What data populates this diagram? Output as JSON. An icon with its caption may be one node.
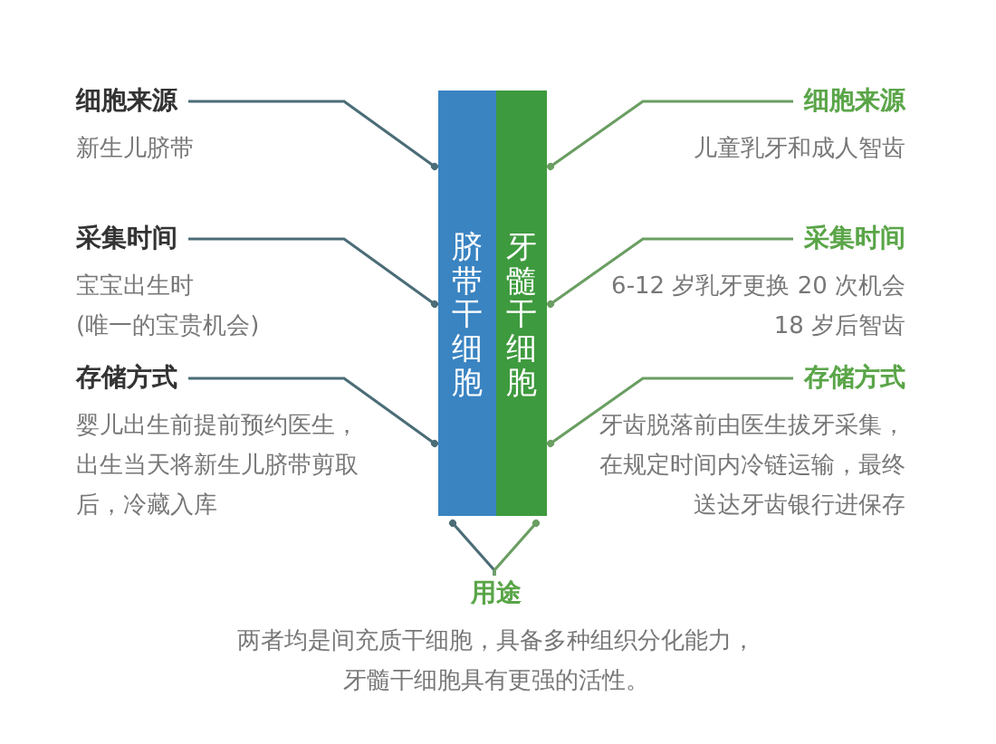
{
  "diagram": {
    "nodes": [
      {
        "text": [
          "脐带干细胞"
        ]
      },
      {
        "text": [
          "牙髓干细胞"
        ]
      },
      {
        "text": [
          "细胞来源",
          "新生儿脐带"
        ]
      },
      {
        "text": [
          "采集时间",
          "宝宝出生时",
          "(唯一的宝贵机会)"
        ]
      },
      {
        "text": [
          "存储方式",
          "婴儿出生前提前预约医生，出生当天将新生儿脐带剪取后，冷藏入库"
        ]
      },
      {
        "text": [
          "细胞来源",
          "儿童乳牙和成人智齿"
        ]
      },
      {
        "text": [
          "采集时间",
          "6-12 岁乳牙更换 20 次机会",
          "18 岁后智齿"
        ]
      },
      {
        "text": [
          "存储方式",
          "牙齿脱落前由医生拔牙采集，在规定时间内冷链运输，最终送达牙齿银行进保存"
        ]
      },
      {
        "text": [
          "用途",
          "两者均是间充质干细胞，具备多种组织分化能力，牙髓干细胞具有更强的活性。"
        ]
      }
    ],
    "edges": [
      {
        "from": 2,
        "to": 0,
        "arrow": "other"
      },
      {
        "from": 3,
        "to": 0,
        "arrow": "other"
      },
      {
        "from": 4,
        "to": 0,
        "arrow": "other"
      },
      {
        "from": 5,
        "to": 1,
        "arrow": "other",
        "color": "#6a9e62"
      },
      {
        "from": 6,
        "to": 1,
        "arrow": "other",
        "color": "#6a9e62"
      },
      {
        "from": 7,
        "to": 1,
        "arrow": "other",
        "color": "#6a9e62"
      },
      {
        "from": 8,
        "to": 0,
        "arrow": "other"
      },
      {
        "from": 8,
        "to": 1,
        "arrow": "other",
        "color": "#6a9e62"
      }
    ]
  }
}
